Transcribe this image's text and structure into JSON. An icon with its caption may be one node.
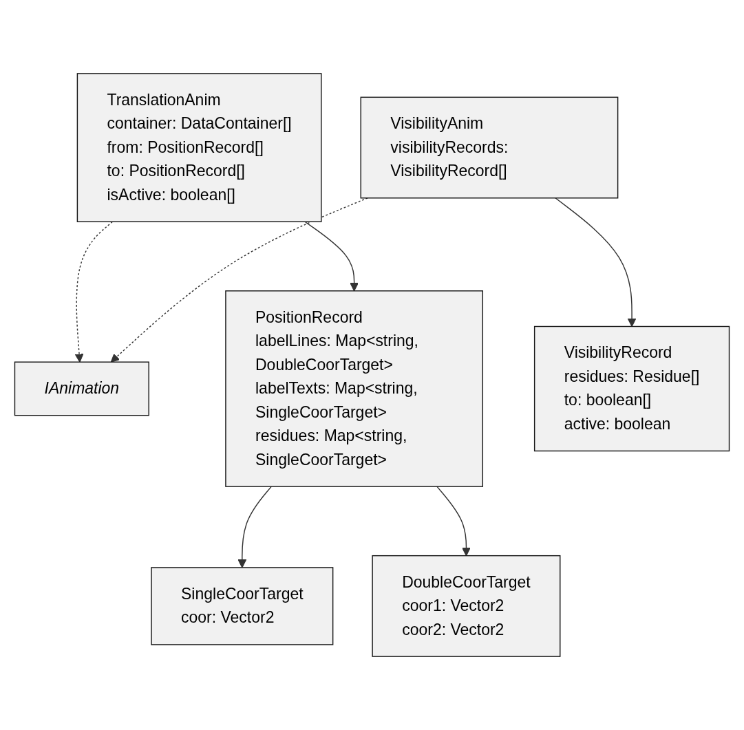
{
  "diagram": {
    "nodes": [
      {
        "text": [
          "IAnimation"
        ]
      },
      {
        "text": [
          "TranslationAnim",
          "container: DataContainer[]",
          "from: PositionRecord[]",
          "to: PositionRecord[]",
          "isActive: boolean[]"
        ]
      },
      {
        "text": [
          "VisibilityAnim",
          "visibilityRecords: VisibilityRecord[]"
        ]
      },
      {
        "text": [
          "PositionRecord",
          "labelLines: Map<string, DoubleCoorTarget>",
          "labelTexts: Map<string, SingleCoorTarget>",
          "residues: Map<string, SingleCoorTarget>"
        ]
      },
      {
        "text": [
          "VisibilityRecord",
          "residues: Residue[]",
          "to: boolean[]",
          "active: boolean"
        ]
      },
      {
        "text": [
          "SingleCoorTarget",
          "coor: Vector2"
        ]
      },
      {
        "text": [
          "DoubleCoorTarget",
          "coor1: Vector2",
          "coor2: Vector2"
        ]
      }
    ],
    "edges": [
      {
        "from": 1,
        "to": 0,
        "arrow": "to",
        "style": "dashed"
      },
      {
        "from": 2,
        "to": 0,
        "arrow": "to",
        "style": "dashed"
      },
      {
        "from": 1,
        "to": 3,
        "arrow": "to"
      },
      {
        "from": 2,
        "to": 4,
        "arrow": "to"
      },
      {
        "from": 3,
        "to": 5,
        "arrow": "to"
      },
      {
        "from": 3,
        "to": 6,
        "arrow": "to"
      }
    ]
  }
}
